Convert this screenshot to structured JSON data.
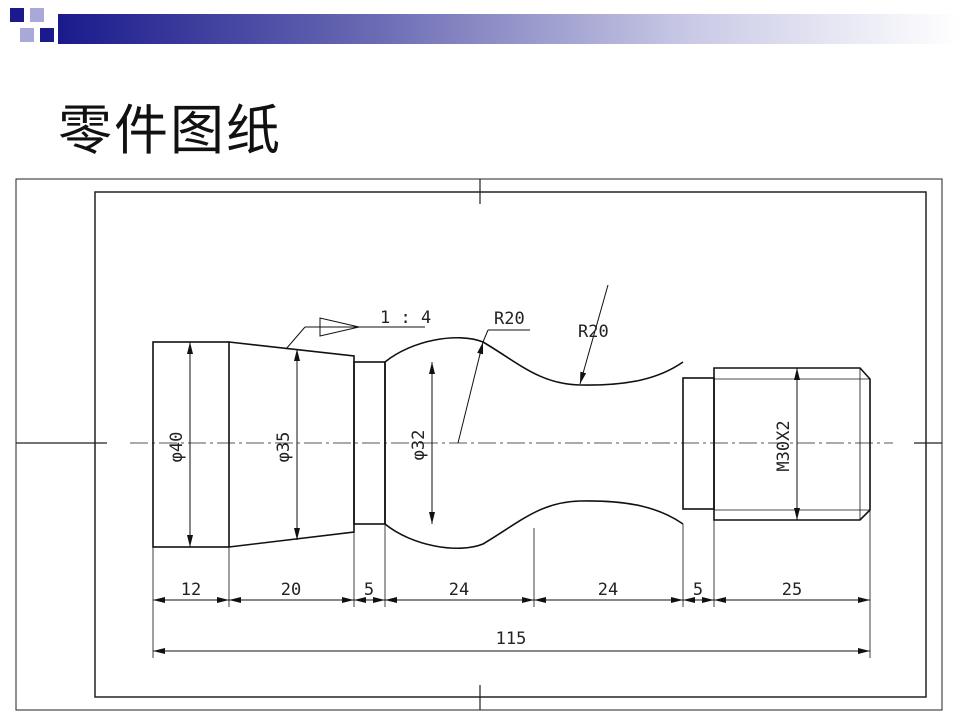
{
  "slide": {
    "title": "零件图纸",
    "accent_color": "#1a1a8c"
  },
  "drawing": {
    "diameters": {
      "d1": "φ40",
      "d2": "φ35",
      "d3": "φ32",
      "thread": "M30X2"
    },
    "taper": "1 : 4",
    "radii": {
      "r1": "R20",
      "r2": "R20"
    },
    "lengths": {
      "l1": "12",
      "l2": "20",
      "l3": "5",
      "l4": "24",
      "l5": "24",
      "l6": "5",
      "l7": "25",
      "total": "115"
    }
  }
}
